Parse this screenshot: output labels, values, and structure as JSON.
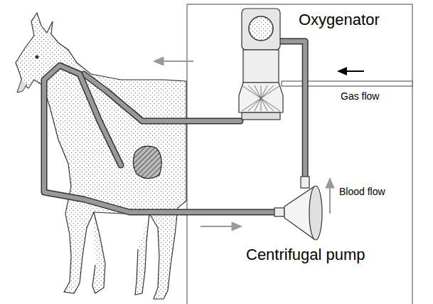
{
  "diagram": {
    "nodes": [
      {
        "text": [
          "Oxygenator"
        ]
      },
      {
        "text": [
          "Centrifugal pump"
        ]
      }
    ],
    "edges": [
      {
        "from": 1,
        "to": 0,
        "arrow": "none"
      }
    ],
    "labels": [
      "Gas flow",
      "Blood flow"
    ]
  }
}
